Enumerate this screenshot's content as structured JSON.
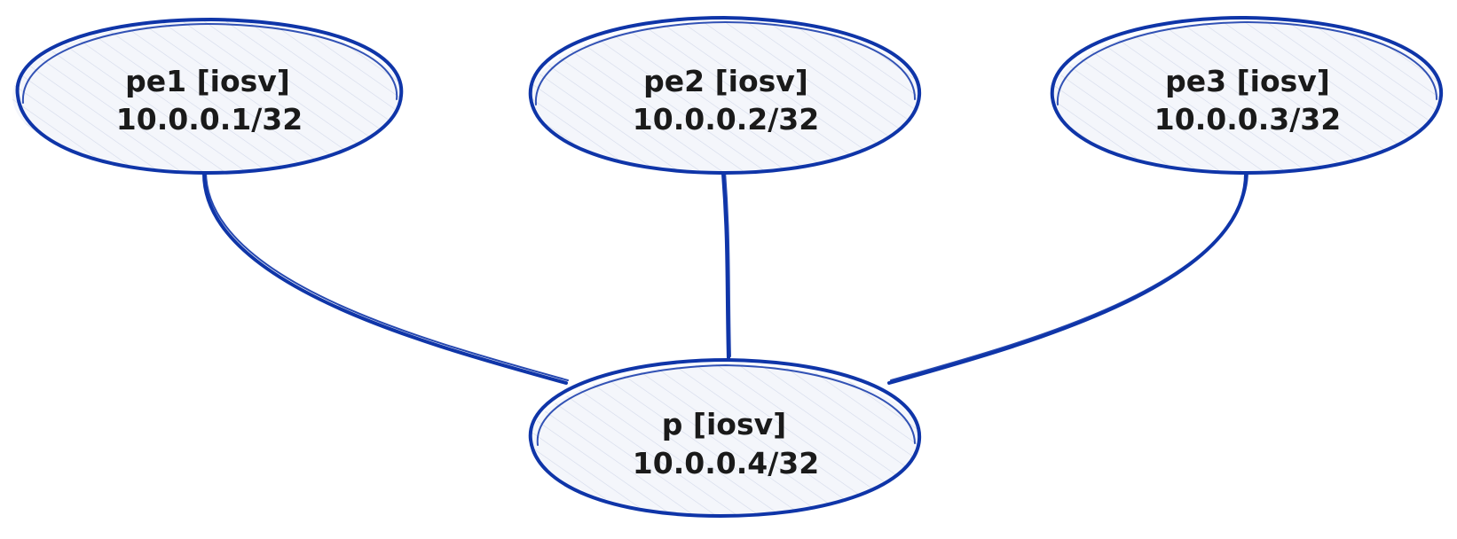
{
  "colors": {
    "stroke": "#0f35a8",
    "fill": "#f4f6fb",
    "text": "#1a1a1a"
  },
  "nodes": [
    {
      "id": "pe1",
      "label": "pe1 [iosv]",
      "address": "10.0.0.1/32"
    },
    {
      "id": "pe2",
      "label": "pe2 [iosv]",
      "address": "10.0.0.2/32"
    },
    {
      "id": "pe3",
      "label": "pe3 [iosv]",
      "address": "10.0.0.3/32"
    },
    {
      "id": "p",
      "label": "p [iosv]",
      "address": "10.0.0.4/32"
    }
  ],
  "edges": [
    {
      "from": "pe1",
      "to": "p"
    },
    {
      "from": "pe2",
      "to": "p"
    },
    {
      "from": "pe3",
      "to": "p"
    }
  ]
}
